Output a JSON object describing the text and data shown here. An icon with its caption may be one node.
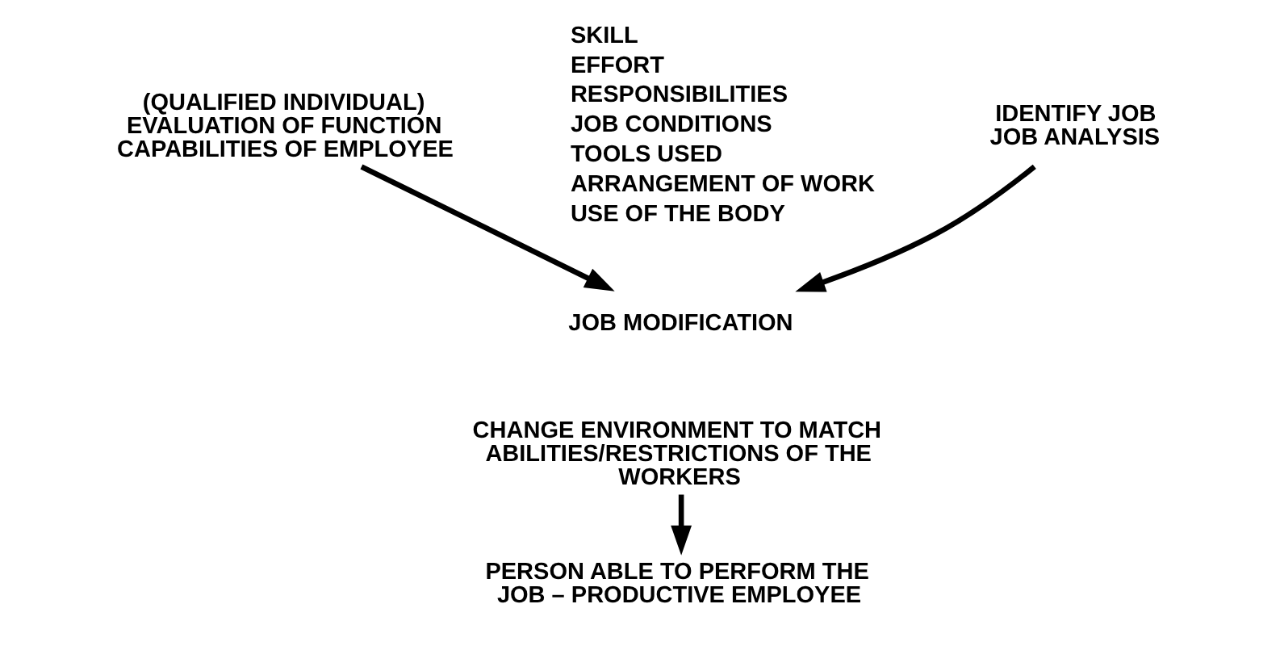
{
  "diagram": {
    "nodes": [
      {
        "text": [
          "IDENTIFY JOB JOB ANALYSIS"
        ]
      },
      {
        "text": [
          "(QUALIFIED INDIVIDUAL) EVALUATION OF FUNCTION CAPABILITIES OF EMPLOYEE"
        ]
      },
      {
        "text": [
          "JOB MODIFICATION"
        ]
      },
      {
        "text": [
          "CHANGE ENVIRONMENT TO MATCH ABILITIES/RESTRICTIONS OF THE WORKERS"
        ]
      },
      {
        "text": [
          "PERSON ABLE TO PERFORM THE JOB – PRODUCTIVE EMPLOYEE"
        ]
      }
    ],
    "edges": [
      {
        "from": 0,
        "to": 2,
        "arrow": "to"
      },
      {
        "from": 1,
        "to": 2,
        "arrow": "to"
      },
      {
        "from": 3,
        "to": 4,
        "arrow": "to"
      }
    ],
    "labels": [
      "SKILL",
      "EFFORT",
      "RESPONSIBILITIES",
      "JOB CONDITIONS",
      "TOOLS USED",
      "ARRANGEMENT OF WORK",
      "USE OF THE BODY"
    ]
  }
}
